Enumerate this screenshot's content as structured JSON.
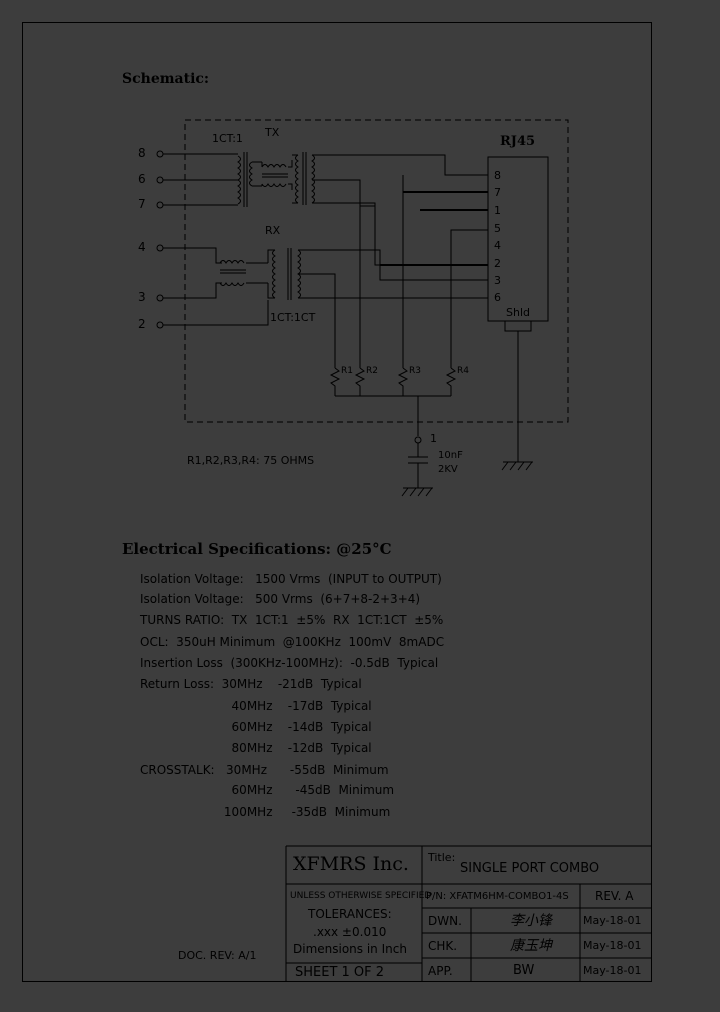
{
  "schematic": {
    "title": "Schematic:",
    "pins_left": [
      "8",
      "6",
      "7",
      "4",
      "3",
      "2"
    ],
    "tx_ratio": "1CT:1",
    "tx_label": "TX",
    "rx_label": "RX",
    "rx_ratio": "1CT:1CT",
    "connector": "RJ45",
    "connector_pins": [
      "8",
      "7",
      "1",
      "5",
      "4",
      "2",
      "3",
      "6"
    ],
    "shield": "Shld",
    "resistors": [
      "R1",
      "R2",
      "R3",
      "R4"
    ],
    "cap_node": "1",
    "cap_value": "10nF",
    "cap_voltage": "2KV",
    "resistor_note": "R1,R2,R3,R4:  75  OHMS"
  },
  "electrical": {
    "title": "Electrical   Specifications:  @25°C",
    "lines": [
      "Isolation Voltage:   1500 Vrms  (INPUT to OUTPUT)",
      "Isolation Voltage:   500 Vrms  (6+7+8-2+3+4)",
      "TURNS RATIO:  TX  1CT:1  ±5%  RX  1CT:1CT  ±5%",
      "OCL:  350uH Minimum  @100KHz  100mV  8mADC",
      "Insertion Loss  (300KHz-100MHz):  -0.5dB  Typical",
      "Return Loss:  30MHz    -21dB  Typical",
      "                        40MHz    -17dB  Typical",
      "                        60MHz    -14dB  Typical",
      "                        80MHz    -12dB  Typical",
      "CROSSTALK:   30MHz      -55dB  Minimum",
      "                        60MHz      -45dB  Minimum",
      "                      100MHz     -35dB  Minimum"
    ]
  },
  "title_block": {
    "company": "XFMRS  Inc.",
    "title_label": "Title:",
    "title_value": "SINGLE  PORT  COMBO",
    "unless": "UNLESS OTHERWISE SPECIFIED",
    "pn": "P/N:  XFATM6HM-COMBO1-4S",
    "rev": "REV.  A",
    "tolerances": "TOLERANCES:",
    "tol_value": ".xxx  ±0.010",
    "dims": "Dimensions  in  Inch",
    "sheet": "SHEET  1   OF  2",
    "dwn_label": "DWN.",
    "dwn_sign": "李小锋",
    "dwn_date": "May-18-01",
    "chk_label": "CHK.",
    "chk_sign": "康玉坤",
    "chk_date": "May-18-01",
    "app_label": "APP.",
    "app_sign": "BW",
    "app_date": "May-18-01",
    "doc_rev": "DOC.  REV:  A/1"
  }
}
